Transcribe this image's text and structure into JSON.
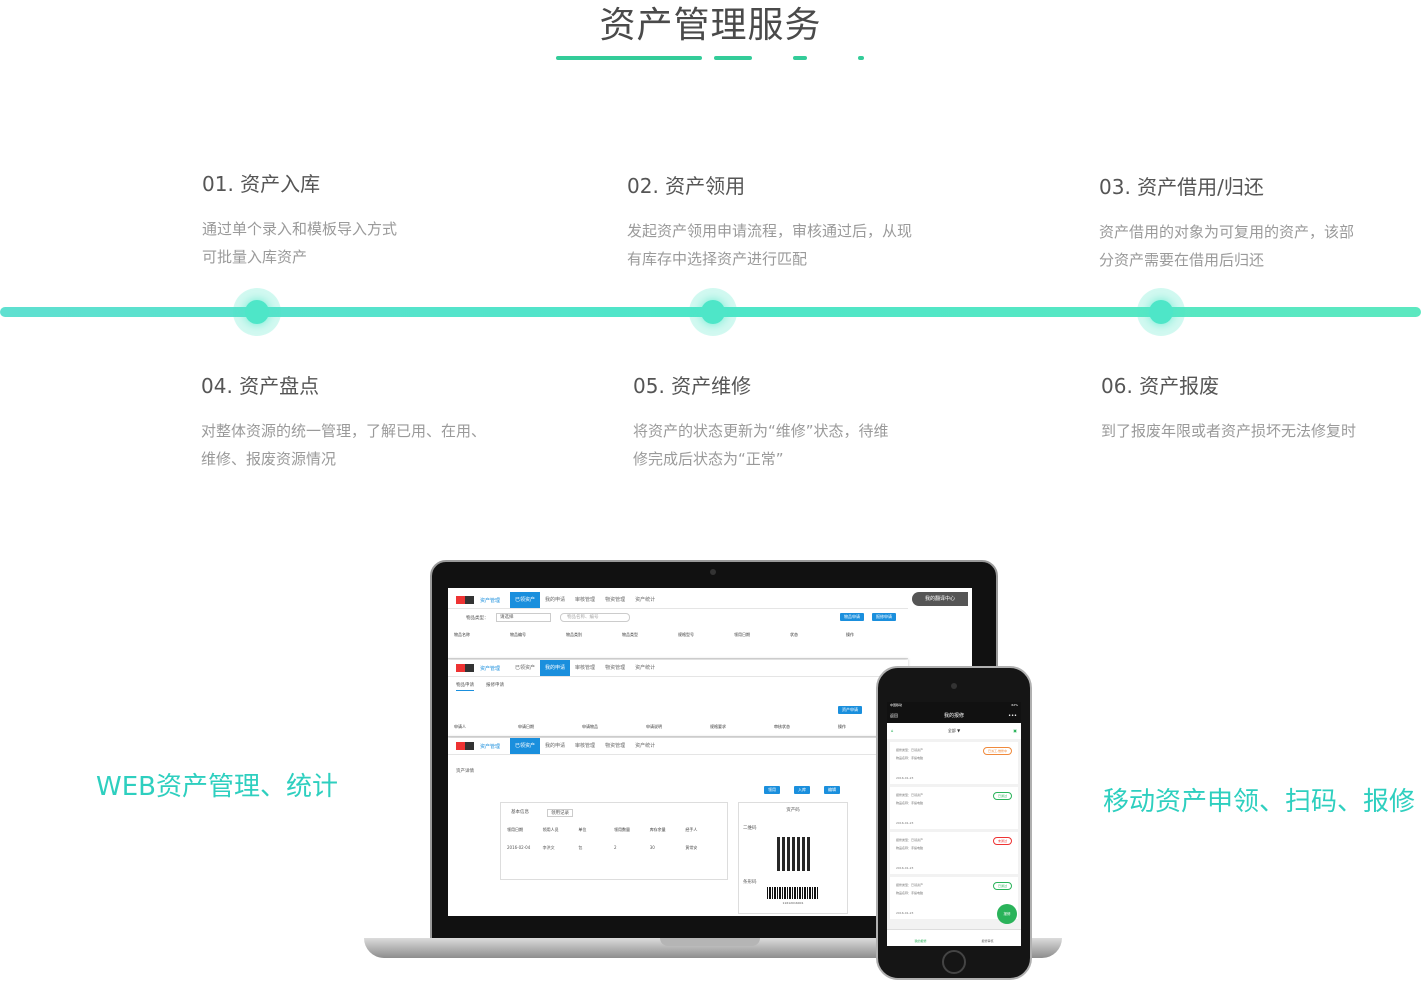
{
  "page_title": "资产管理服务",
  "colors": {
    "accent": "#4ee6c8",
    "accent_dark": "#2ecfbf",
    "text": "#555555",
    "muted": "#9a9a9a"
  },
  "steps": [
    {
      "title": "01. 资产入库",
      "desc": [
        "通过单个录入和模板导入方式",
        "可批量入库资产"
      ]
    },
    {
      "title": "02. 资产领用",
      "desc": [
        "发起资产领用申请流程，审核通过后，从现",
        "有库存中选择资产进行匹配"
      ]
    },
    {
      "title": "03. 资产借用/归还",
      "desc": [
        "资产借用的对象为可复用的资产，该部",
        "分资产需要在借用后归还"
      ]
    },
    {
      "title": "04. 资产盘点",
      "desc": [
        "对整体资源的统一管理，了解已用、在用、",
        "维修、报废资源情况"
      ]
    },
    {
      "title": "05. 资产维修",
      "desc": [
        "将资产的状态更新为“维修”状态，待维",
        "修完成后状态为“正常”"
      ]
    },
    {
      "title": "06. 资产报废",
      "desc": [
        "到了报废年限或者资产损坏无法修复时"
      ]
    }
  ],
  "side_labels": {
    "web": "WEB资产管理、统计",
    "mobile": "移动资产申领、扫码、报修"
  },
  "laptop": {
    "app_name": "资产管理",
    "tabs": [
      "已领资产",
      "我的申请",
      "审核管理",
      "物资管理",
      "资产统计"
    ],
    "center_tag": "我的翻译中心",
    "filter_label": "物品类型：",
    "filter_select": "请选择",
    "search_placeholder": "物品名称、编号",
    "btn_apply": "物品申请",
    "btn_repair": "报修申请",
    "table1_headers": [
      "物品名称",
      "物品编号",
      "物品类别",
      "物品类型",
      "规格型号",
      "领用日期",
      "状态",
      "操作"
    ],
    "subtabs": [
      "物品申请",
      "报修申请"
    ],
    "btn_asset_apply": "资产申请",
    "table2_headers": [
      "申请人",
      "申请日期",
      "申请物品",
      "申请说明",
      "规格要求",
      "审核状态",
      "操作"
    ],
    "detail_title": "资产详情",
    "detail_btns": [
      "领用",
      "入库",
      "编辑"
    ],
    "detail_tabs": [
      "基本信息",
      "领用记录"
    ],
    "detail_headers": [
      "领用日期",
      "领用人员",
      "单位",
      "领用数量",
      "库存余量",
      "经手人"
    ],
    "detail_row": [
      "2016-02-04",
      "李洪文",
      "包",
      "2",
      "30",
      "黄常安"
    ],
    "asset_code_title": "资产码",
    "qr_label": "二维码",
    "barcode_label": "条形码",
    "barcode_value": "11612016001"
  },
  "phone": {
    "status_left": "中国移动",
    "status_right": "62%",
    "nav_back": "返回",
    "nav_title": "我的报修",
    "filter": "全部 ▼",
    "cards": [
      {
        "type": "报修类型：已领资产",
        "name": "物品名称：手提电脑",
        "badge": "已派工,维修中",
        "badge_color": "#f08a3c",
        "date": "2016-01-23"
      },
      {
        "type": "报修类型：已领资产",
        "name": "物品名称：手提电脑",
        "badge": "已通过",
        "badge_color": "#2ab35a",
        "date": "2016-01-23"
      },
      {
        "type": "报修类型：已领资产",
        "name": "物品名称：手提电脑",
        "badge": "未通过",
        "badge_color": "#e33",
        "date": "2016-01-23"
      },
      {
        "type": "报修类型：已领资产",
        "name": "物品名称：手提电脑",
        "badge": "已通过",
        "badge_color": "#2ab35a",
        "date": "2016-01-23"
      }
    ],
    "fab": "报修",
    "tabbar": [
      "我的报修",
      "报修审核"
    ]
  }
}
